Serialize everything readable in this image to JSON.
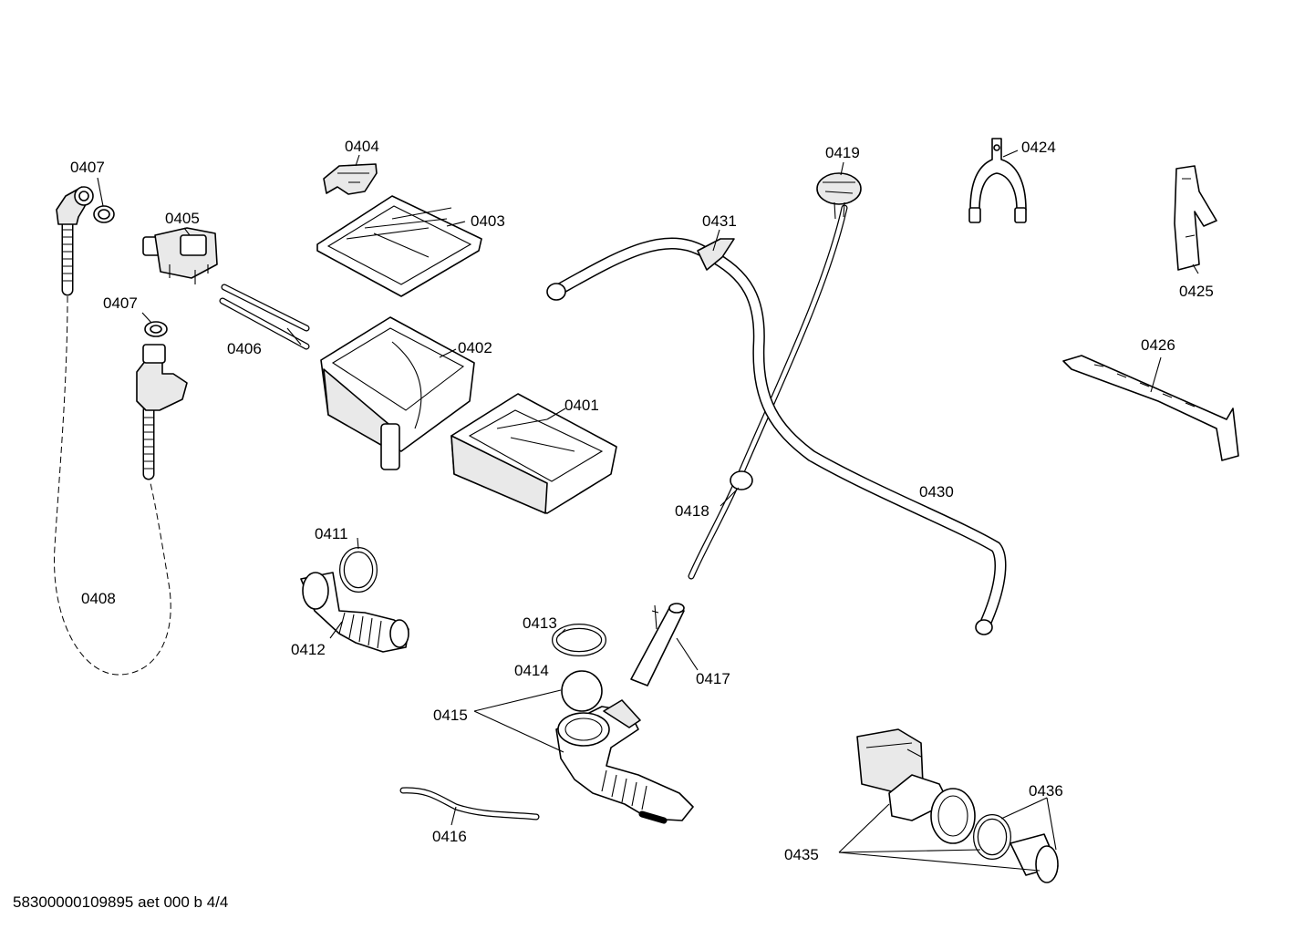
{
  "labels": {
    "p0401": "0401",
    "p0402": "0402",
    "p0403": "0403",
    "p0404": "0404",
    "p0405": "0405",
    "p0406": "0406",
    "p0407a": "0407",
    "p0407b": "0407",
    "p0408": "0408",
    "p0411": "0411",
    "p0412": "0412",
    "p0413": "0413",
    "p0414": "0414",
    "p0415": "0415",
    "p0416": "0416",
    "p0417": "0417",
    "p0418": "0418",
    "p0419": "0419",
    "p0424": "0424",
    "p0425": "0425",
    "p0426": "0426",
    "p0430": "0430",
    "p0431": "0431",
    "p0435": "0435",
    "p0436": "0436"
  },
  "footer": "58300000109895 aet 000 b 4/4"
}
